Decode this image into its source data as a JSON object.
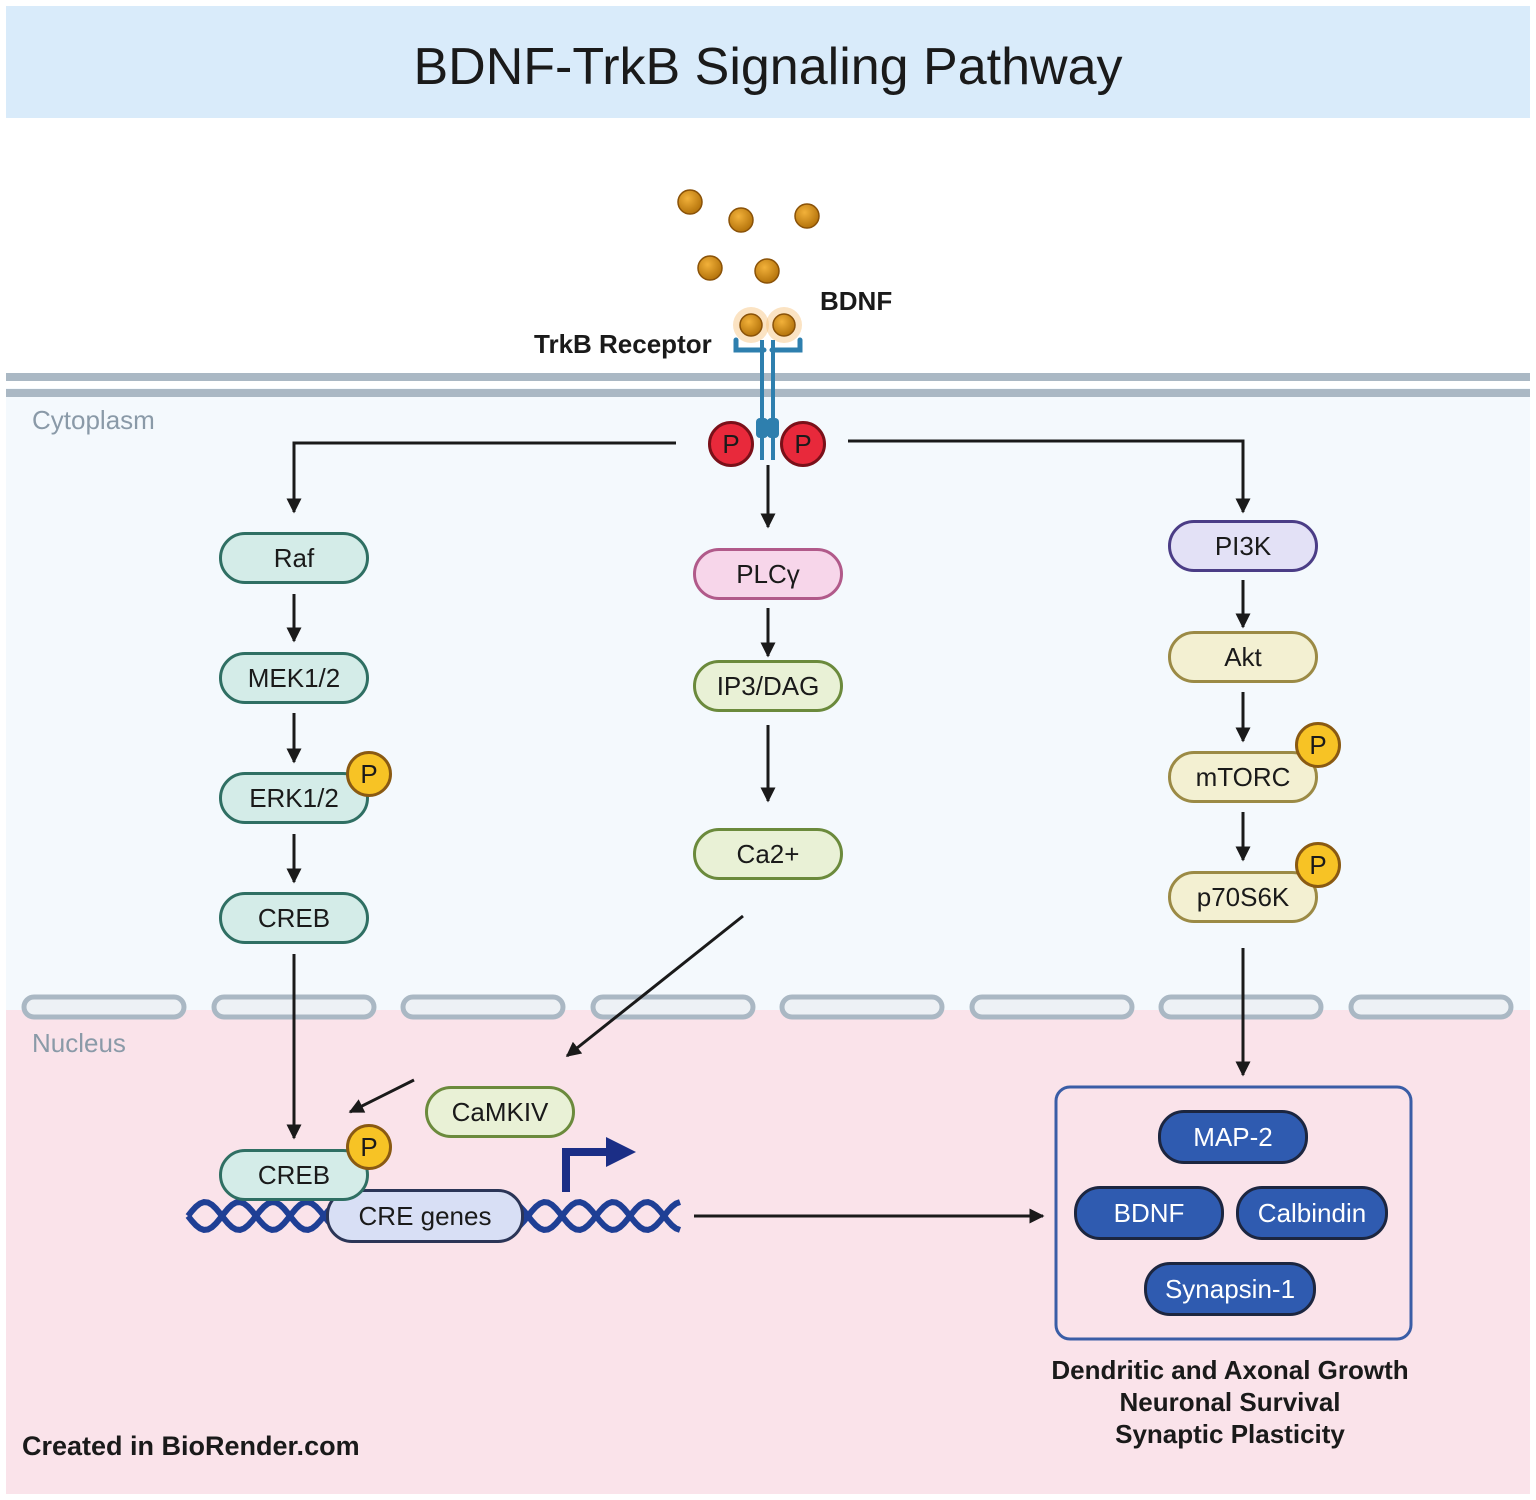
{
  "title": "BDNF-TrkB Signaling Pathway",
  "regions": {
    "cytoplasm": "Cytoplasm",
    "nucleus": "Nucleus"
  },
  "ligand": {
    "label": "BDNF"
  },
  "receptor": {
    "label": "TrkB Receptor"
  },
  "phospho_label": "P",
  "mapk_pathway": {
    "raf": "Raf",
    "mek": "MEK1/2",
    "erk": "ERK1/2",
    "creb": "CREB"
  },
  "plc_pathway": {
    "plc": "PLCγ",
    "ip3": "IP3/DAG",
    "ca": "Ca2+"
  },
  "pi3k_pathway": {
    "pi3k": "PI3K",
    "akt": "Akt",
    "mtorc": "mTORC",
    "p70": "p70S6K"
  },
  "nucleus": {
    "camkiv": "CaMKIV",
    "creb": "CREB",
    "cre_genes": "CRE genes"
  },
  "target_genes": [
    "MAP-2",
    "BDNF",
    "Calbindin",
    "Synapsin-1"
  ],
  "outcomes": [
    "Dendritic and Axonal Growth",
    "Neuronal Survival",
    "Synaptic Plasticity"
  ],
  "credit": "Created in  BioRender.com",
  "colors": {
    "header_bg": "#d9ebfa",
    "cytoplasm_bg": "#f4f9fd",
    "nucleus_bg": "#fae3ea",
    "membrane": "#aab8c4",
    "arrow": "#1a1a1a",
    "bdnf_particle": "#d28a12",
    "receptor": "#2e7fae",
    "dna": "#1f3f95",
    "tss_arrow": "#1b2e86",
    "target_box": "#3a5da6"
  }
}
